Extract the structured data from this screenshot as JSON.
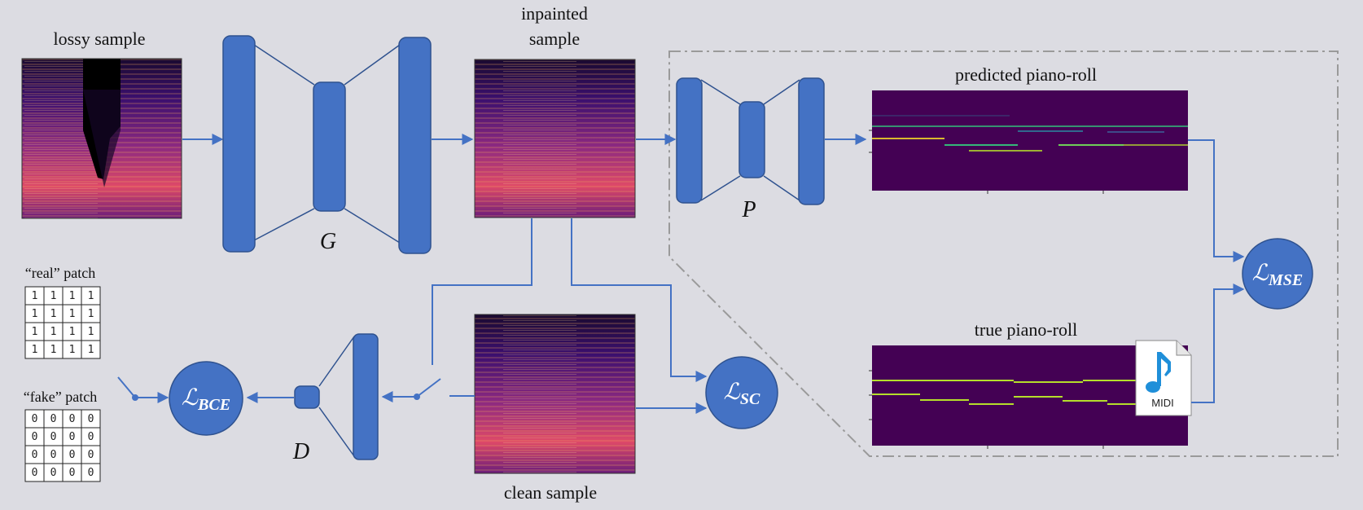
{
  "labels": {
    "lossy_sample": "lossy sample",
    "inpainted_line1": "inpainted",
    "inpainted_line2": "sample",
    "clean_sample": "clean sample",
    "predicted_roll": "predicted piano-roll",
    "true_roll": "true piano-roll",
    "real_patch": "“real” patch",
    "fake_patch": "“fake” patch",
    "midi": "MIDI"
  },
  "networks": {
    "generator": "G",
    "transcriber": "P",
    "discriminator": "D"
  },
  "losses": {
    "mse": {
      "main": "ℒ",
      "sub": "MSE"
    },
    "sc": {
      "main": "ℒ",
      "sub": "SC"
    },
    "bce": {
      "main": "ℒ",
      "sub": "BCE"
    }
  },
  "patches": {
    "real": [
      [
        "1",
        "1",
        "1",
        "1"
      ],
      [
        "1",
        "1",
        "1",
        "1"
      ],
      [
        "1",
        "1",
        "1",
        "1"
      ],
      [
        "1",
        "1",
        "1",
        "1"
      ]
    ],
    "fake": [
      [
        "0",
        "0",
        "0",
        "0"
      ],
      [
        "0",
        "0",
        "0",
        "0"
      ],
      [
        "0",
        "0",
        "0",
        "0"
      ],
      [
        "0",
        "0",
        "0",
        "0"
      ]
    ]
  },
  "colors": {
    "background": "#dcdce2",
    "network_blue": "#4472c4",
    "network_stroke": "#2f528f",
    "arrow": "#4472c4",
    "pianoroll_bg": "#440154",
    "dashed_region": "#9a9a9a"
  }
}
